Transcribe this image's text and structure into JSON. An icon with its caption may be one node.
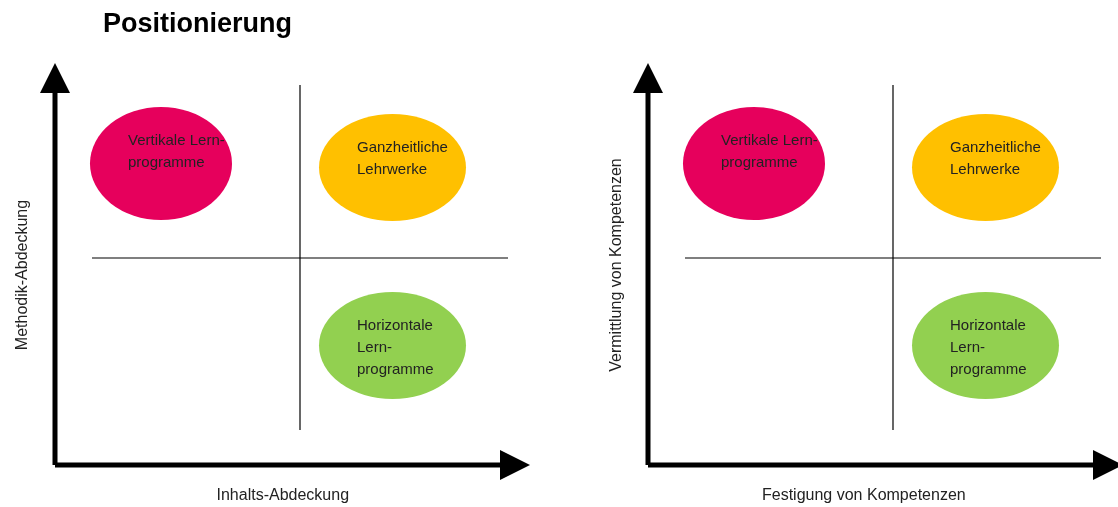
{
  "diagram": {
    "title": "Positionierung",
    "nodes": [
      {
        "text": [
          "Vertikale Lern-programme"
        ]
      },
      {
        "text": [
          "Ganzheitliche Lehrwerke"
        ]
      },
      {
        "text": [
          "Horizontale Lern-programme"
        ]
      },
      {
        "text": [
          "Vertikale Lern-programme"
        ]
      },
      {
        "text": [
          "Ganzheitliche Lehrwerke"
        ]
      },
      {
        "text": [
          "Horizontale Lern-programme"
        ]
      }
    ],
    "edges": [],
    "labels": [
      "Methodik-Abdeckung",
      "Vermittlung von Kompetenzen",
      "Inhalts-Abdeckung",
      "Festigung von Kompetenzen"
    ]
  }
}
